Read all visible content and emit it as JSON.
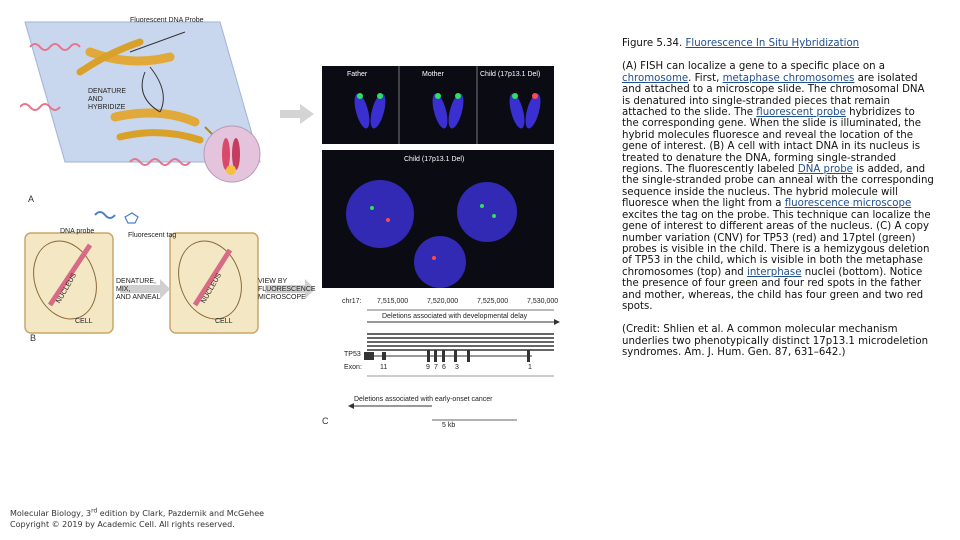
{
  "figure": {
    "panel_a": {
      "letter": "A",
      "probe_label": "Fluorescent DNA Probe",
      "step_label_lines": [
        "DENATURE",
        "AND",
        "HYBRIDIZE"
      ]
    },
    "panel_b": {
      "letter": "B",
      "dna_probe_label": "DNA probe",
      "tag_label": "Fluorescent tag",
      "nucleus_label": "NUCLEUS",
      "cell_label": "CELL",
      "step_label_lines": [
        "DENATURE,",
        "MIX,",
        "AND ANNEAL"
      ],
      "view_label_lines": [
        "VIEW BY",
        "FLUORESCENCE",
        "MICROSCOPE"
      ]
    },
    "panel_c": {
      "letter": "C",
      "father_label": "Father",
      "mother_label": "Mother",
      "child_label": "Child (17p13.1 Del)",
      "child_label_2": "Child (17p13.1 Del)",
      "chr_label": "chr17:",
      "coords": [
        "7,515,000",
        "7,520,000",
        "7,525,000",
        "7,530,000"
      ],
      "deletions_dev": "Deletions associated with developmental delay",
      "gene": "TP53",
      "exon_label": "Exon:",
      "exons": [
        "11",
        "9",
        "7",
        "6",
        "3",
        "1"
      ],
      "deletions_cancer": "Deletions associated with early-onset cancer",
      "scale": "5 kb"
    }
  },
  "caption": {
    "title_prefix": "Figure 5.34. ",
    "title_link": "Fluorescence In Situ Hybridization",
    "s1": "(A) FISH can localize a gene to a specific place on a ",
    "l1": "chromosome",
    "s2": ". First, ",
    "l2": "metaphase chromosomes",
    "s3": " are isolated and attached to a microscope slide. The chromosomal DNA is denatured into single-stranded pieces that remain attached to the slide. The ",
    "l3": "fluorescent probe",
    "s4": " hybridizes to the corresponding gene. When the slide is illuminated, the hybrid molecules fluoresce and reveal the location of the gene of interest. (B) A cell with intact DNA in its nucleus is treated to denature the DNA, forming single-stranded regions. The fluorescently labeled ",
    "l4": "DNA probe",
    "s5": " is added, and the single-stranded probe can anneal with the corresponding sequence inside the nucleus. The hybrid molecule will fluoresce when the light from a ",
    "l5": "fluorescence microscope",
    "s6": " excites the tag on the probe. This technique can localize the gene of interest to different areas of the nucleus. (C) A copy number variation (CNV) for TP53 (red) and 17ptel (green) probes is visible in the child. There is a hemizygous deletion of TP53 in the child, which is visible in both the metaphase chromosomes (top) and ",
    "l6": "interphase",
    "s7": " nuclei (bottom). Notice the presence of four green and four red spots in the father and mother, whereas, the child has four green and two red spots.",
    "credit": "(Credit: Shlien et al. A common molecular mechanism underlies two phenotypically distinct 17p13.1 microdeletion syndromes. Am. J. Hum. Gen. 87, 631–642.)"
  },
  "footer": {
    "line1_a": "Molecular Biology, 3",
    "line1_sup": "rd",
    "line1_b": " edition by Clark, Pazdernik and McGehee",
    "line2": "Copyright © 2019 by Academic Cell. All rights reserved."
  },
  "colors": {
    "link": "#1f4f8f",
    "panel_bg": "#c9d7ee",
    "cell_fill": "#f3e7c4",
    "probe_orange": "#d9a02a",
    "dna_pink": "#e8748c",
    "micro_bg": "#0b0b14",
    "nucleus_blue": "#3a2fd0"
  }
}
